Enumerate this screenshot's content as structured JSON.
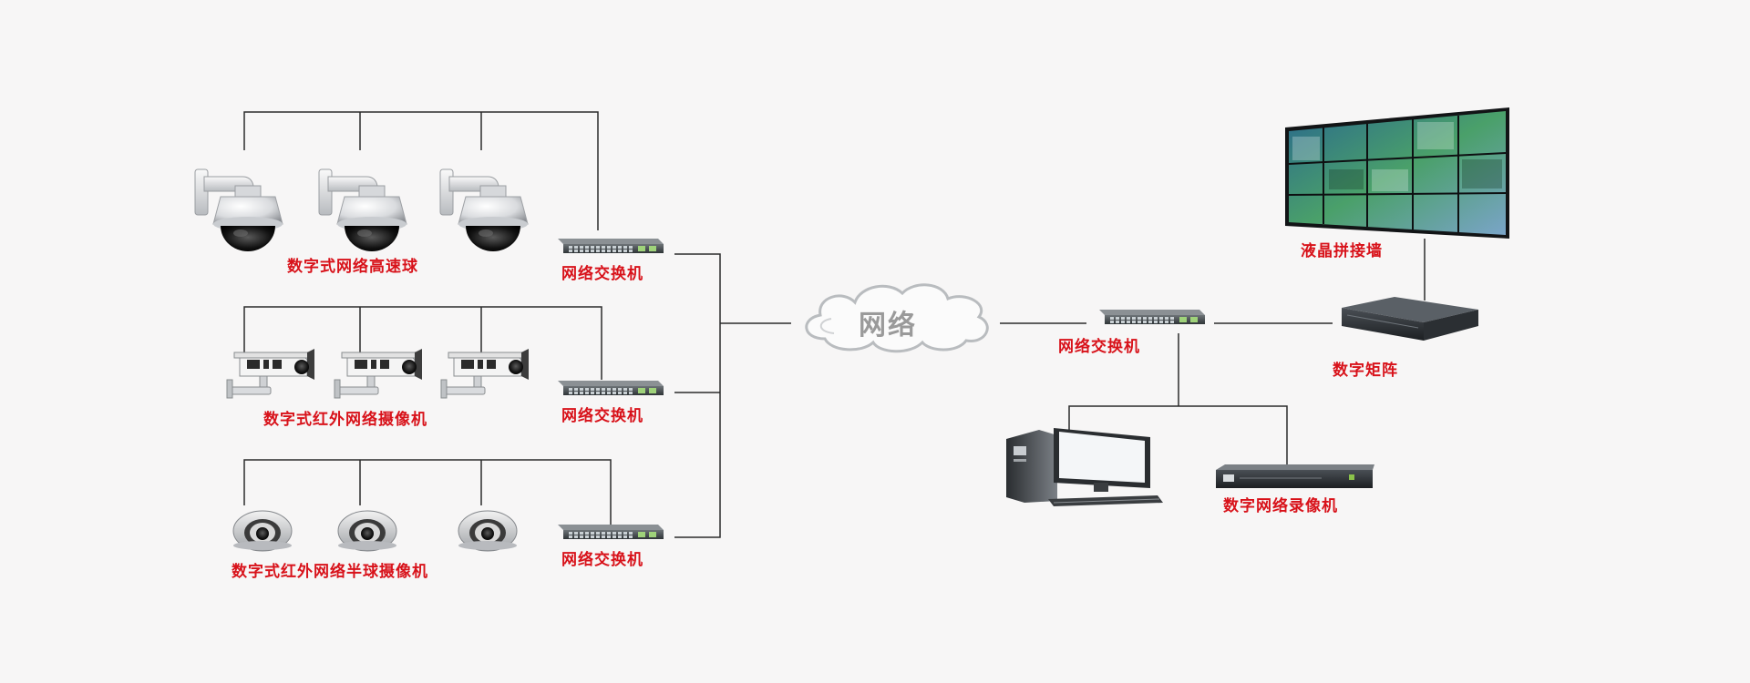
{
  "labels": {
    "ptz_cameras": "数字式网络高速球",
    "switch_1": "网络交换机",
    "ir_cameras": "数字式红外网络摄像机",
    "switch_2": "网络交换机",
    "dome_cameras": "数字式红外网络半球摄像机",
    "switch_3": "网络交换机",
    "network": "网络",
    "switch_center": "网络交换机",
    "video_wall": "液晶拼接墙",
    "digital_matrix": "数字矩阵",
    "nvr": "数字网络录像机"
  },
  "colors": {
    "label": "#d8121a",
    "line": "#2b2b2b",
    "background": "#f7f6f6"
  },
  "icons": [
    "ptz-dome-camera-icon",
    "ir-bullet-camera-icon",
    "mini-dome-camera-icon",
    "network-switch-icon",
    "cloud-icon",
    "video-wall-icon",
    "matrix-box-icon",
    "computer-workstation-icon",
    "nvr-recorder-icon"
  ]
}
